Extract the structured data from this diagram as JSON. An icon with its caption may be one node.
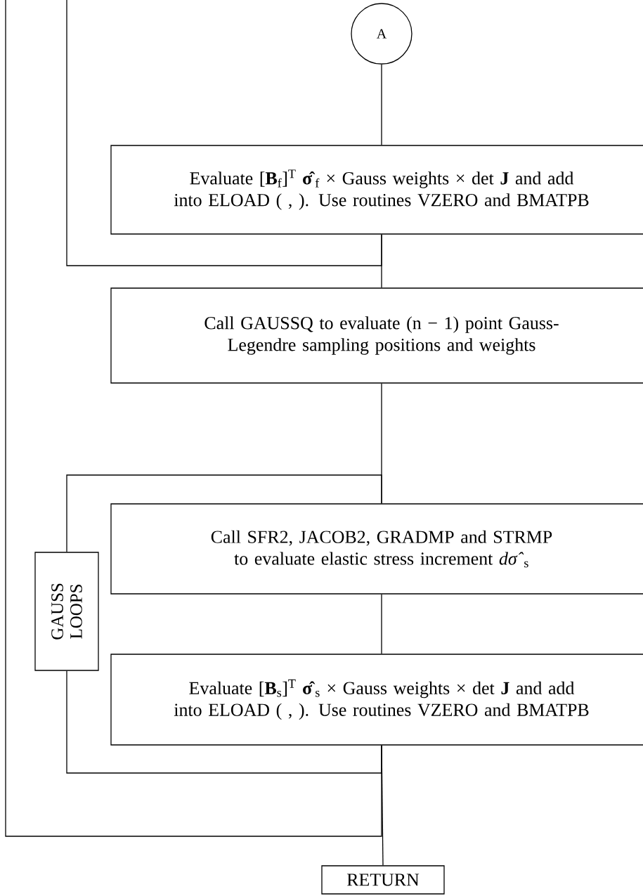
{
  "diagram": {
    "nodes": [
      {
        "text": [
          "A"
        ]
      },
      {
        "text": [
          "Evaluate [**B**$_{f}$]$^{T}$ **σ̂**$_{f}$ × Gauss weights × det **J** and add into ELOAD (   ,   ). Use routines VZERO and BMATPB"
        ]
      },
      {
        "text": [
          "Call GAUSSQ to evaluate (n − 1) point Gauss-Legendre sampling positions and weights"
        ]
      },
      {
        "text": [
          "Call SFR2, JACOB2, GRADMP and STRMP to evaluate elastic stress increment *dσ̂*$_{s}$"
        ]
      },
      {
        "text": [
          "Evaluate [**B**$_{s}$]$^{T}$ **σ̂**$_{s}$ × Gauss weights × det **J** and add into ELOAD (   ,   ). Use routines VZERO and BMATPB"
        ]
      },
      {
        "text": [
          "RETURN"
        ]
      },
      {
        "text": [
          "GAUSS LOOPS"
        ]
      }
    ],
    "edges": [
      {
        "from": 0,
        "to": 1,
        "arrow": "none"
      },
      {
        "from": 1,
        "to": null,
        "arrow": "none"
      },
      {
        "from": 1,
        "to": 2,
        "arrow": "none"
      },
      {
        "from": 2,
        "to": 3,
        "arrow": "none"
      },
      {
        "from": 6,
        "to": 3,
        "arrow": "none"
      },
      {
        "from": 3,
        "to": 4,
        "arrow": "none"
      },
      {
        "from": 4,
        "to": 6,
        "arrow": "none"
      },
      {
        "from": 4,
        "to": null,
        "arrow": "none"
      },
      {
        "from": 4,
        "to": 5,
        "arrow": "none"
      }
    ]
  }
}
